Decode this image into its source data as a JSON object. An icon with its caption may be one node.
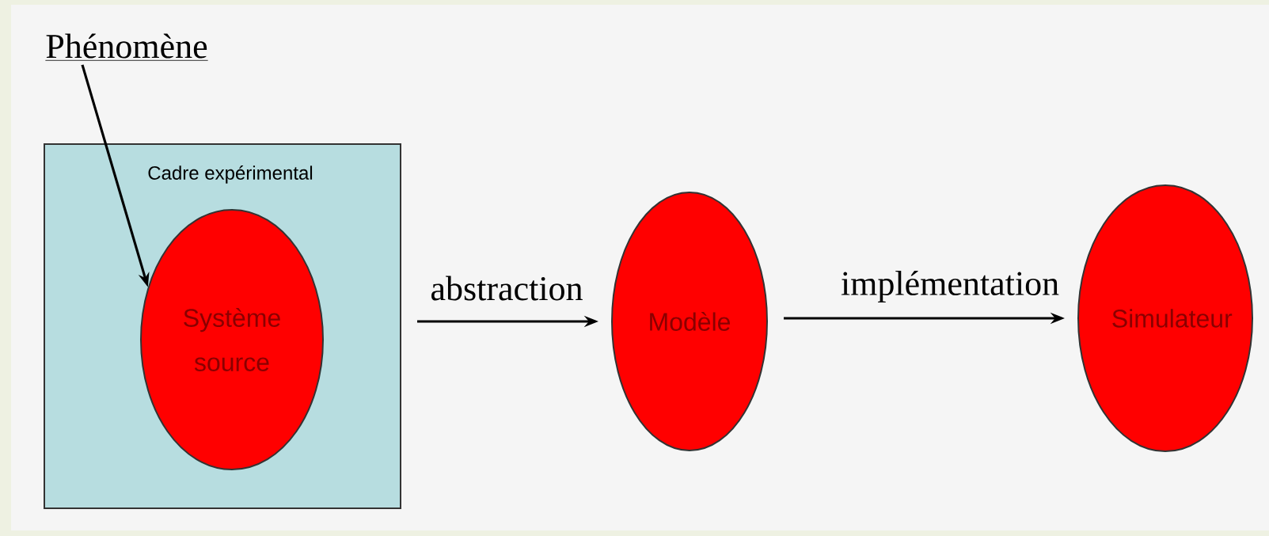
{
  "diagram": {
    "nodes": [
      {
        "text": [
          "Phénomène"
        ]
      },
      {
        "text": [
          "Cadre expérimental"
        ]
      },
      {
        "text": [
          "Système source"
        ],
        "in": 1
      },
      {
        "text": [
          "Modèle"
        ]
      },
      {
        "text": [
          "Simulateur"
        ]
      }
    ],
    "edges": [
      {
        "from": 0,
        "to": 2,
        "arrow": "to"
      },
      {
        "from": 1,
        "to": 3,
        "arrow": "to",
        "label": "abstraction"
      },
      {
        "from": 3,
        "to": 4,
        "arrow": "to",
        "label": "implémentation"
      }
    ]
  }
}
